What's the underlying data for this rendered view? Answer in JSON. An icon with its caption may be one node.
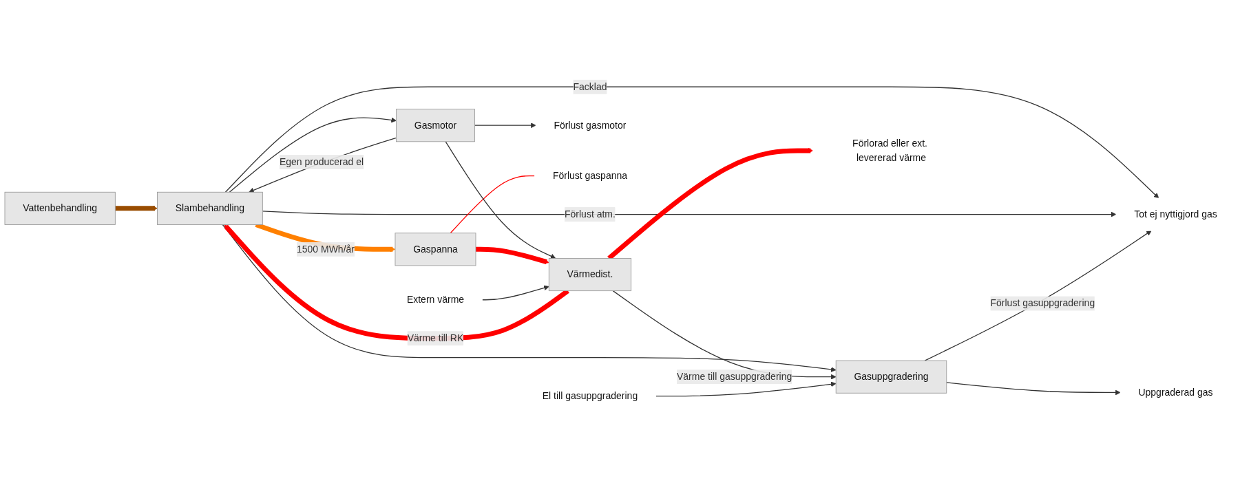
{
  "diagram": {
    "nodes": [
      {
        "text": [
          "Vattenbehandling"
        ]
      },
      {
        "text": [
          "Slambehandling"
        ]
      },
      {
        "text": [
          "Gasmotor"
        ]
      },
      {
        "text": [
          "Gaspanna"
        ]
      },
      {
        "text": [
          "Värmedist."
        ]
      },
      {
        "text": [
          "Gasuppgradering"
        ]
      },
      {
        "text": [
          "Förlust gasmotor"
        ]
      },
      {
        "text": [
          "Förlust gaspanna"
        ]
      },
      {
        "text": [
          "Förlorad eller ext. levererad värme"
        ]
      },
      {
        "text": [
          "Extern värme"
        ]
      },
      {
        "text": [
          "El till gasuppgradering"
        ]
      },
      {
        "text": [
          "Tot ej nyttigjord gas"
        ]
      },
      {
        "text": [
          "Uppgraderad gas"
        ]
      }
    ],
    "edges": [
      {
        "from": 0,
        "to": 1,
        "arrow": "to",
        "style": "thick",
        "color": "#994c00"
      },
      {
        "from": 2,
        "to": 1,
        "arrow": "to",
        "label": "Egen producerad el"
      },
      {
        "from": 1,
        "to": 2,
        "arrow": "to"
      },
      {
        "from": 1,
        "to": 3,
        "arrow": "to",
        "label": "1500 MWh/år",
        "style": "thick",
        "color": "#ff8000"
      },
      {
        "from": 1,
        "to": 5,
        "arrow": "to"
      },
      {
        "from": 1,
        "to": 11,
        "arrow": "to",
        "label": "Facklad"
      },
      {
        "from": 1,
        "to": 11,
        "arrow": "to",
        "label": "Förlust atm."
      },
      {
        "from": 5,
        "to": 11,
        "arrow": "to",
        "label": "Förlust gasuppgradering"
      },
      {
        "from": 2,
        "to": 6,
        "arrow": "to"
      },
      {
        "from": 3,
        "to": 7,
        "arrow": "none",
        "color": "#ff0000"
      },
      {
        "from": 2,
        "to": 4,
        "arrow": "to"
      },
      {
        "from": 3,
        "to": 4,
        "arrow": "to",
        "style": "thick",
        "color": "#ff0000"
      },
      {
        "from": 4,
        "to": 8,
        "arrow": "to",
        "style": "thick",
        "color": "#ff0000"
      },
      {
        "from": 9,
        "to": 4,
        "arrow": "to"
      },
      {
        "from": 4,
        "to": 5,
        "arrow": "to",
        "label": "Värme till gasuppgradering"
      },
      {
        "from": 10,
        "to": 5,
        "arrow": "to"
      },
      {
        "from": 5,
        "to": 12,
        "arrow": "to"
      },
      {
        "from": 4,
        "to": 1,
        "arrow": "to",
        "label": "Värme till RK",
        "style": "thick",
        "color": "#ff0000"
      }
    ]
  }
}
